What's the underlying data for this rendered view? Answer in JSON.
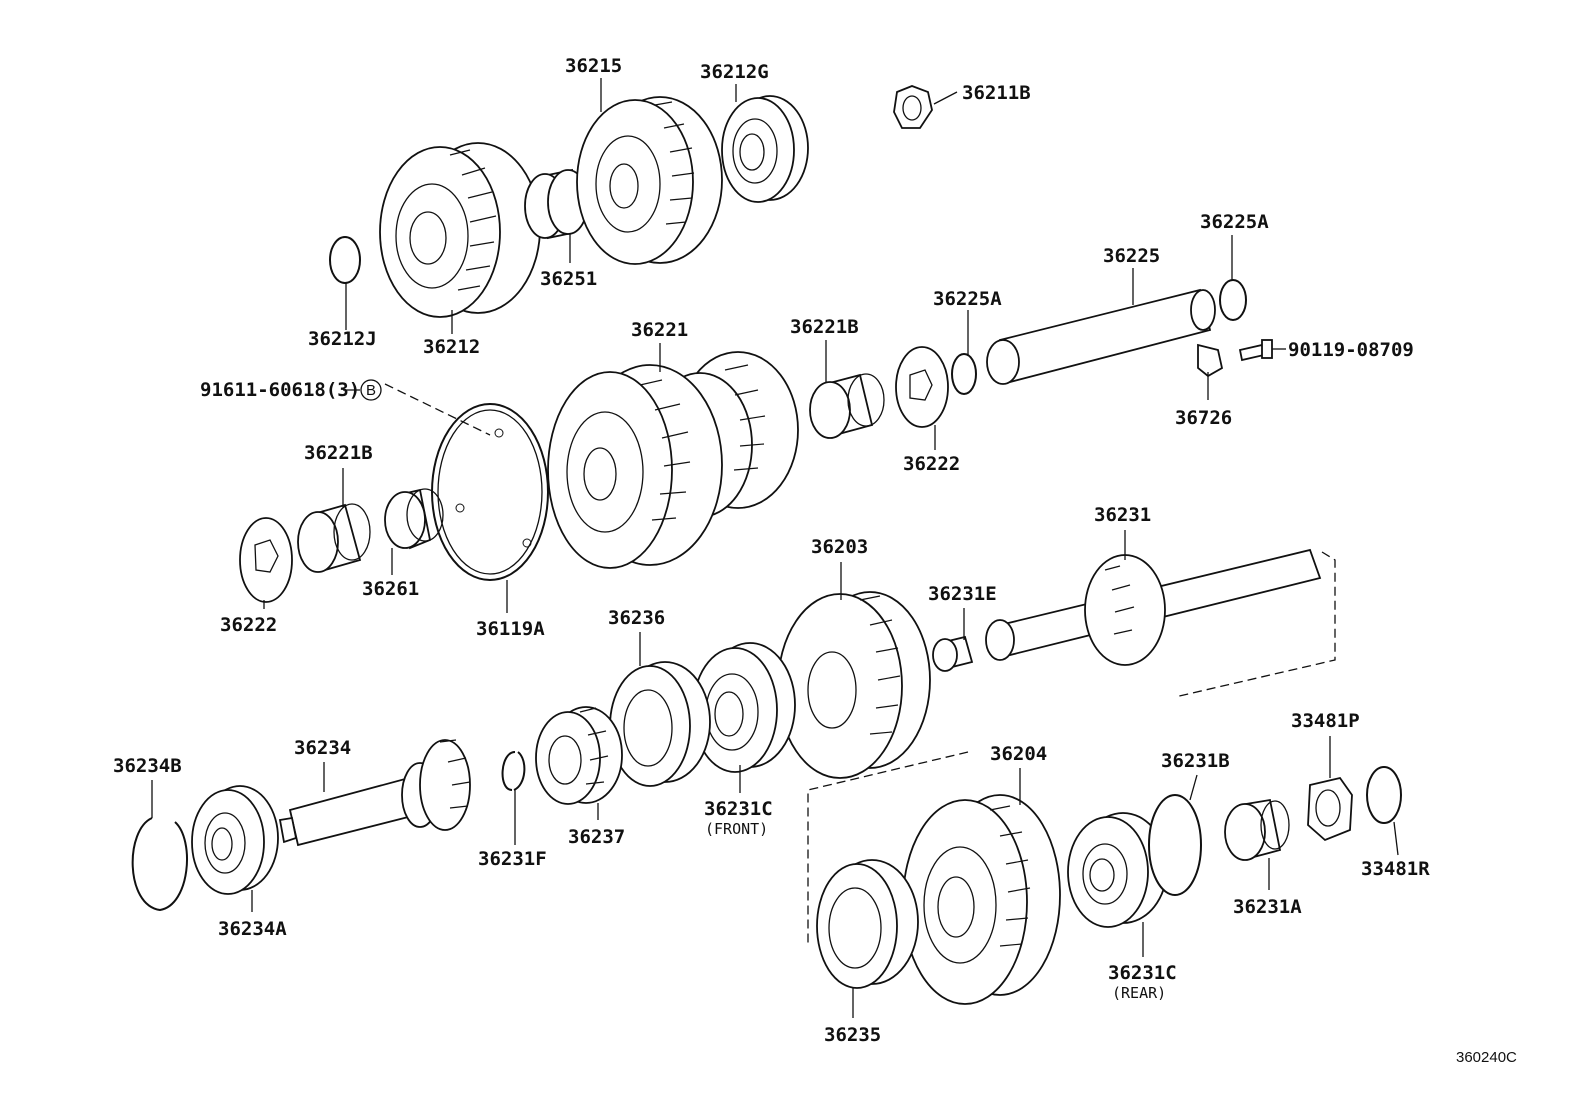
{
  "diagram_ref": "360240C",
  "parts": {
    "p36215": "36215",
    "p36212G": "36212G",
    "p36211B": "36211B",
    "p36251": "36251",
    "p36212J": "36212J",
    "p36212": "36212",
    "p36225A_top": "36225A",
    "p36225": "36225",
    "p36225A_mid": "36225A",
    "p90119": "90119-08709",
    "p36726": "36726",
    "p36221": "36221",
    "p36221B_top": "36221B",
    "p36222_top": "36222",
    "p91611": "91611-60618(3)",
    "p91611_marker": "B",
    "p36221B_left": "36221B",
    "p36261": "36261",
    "p36222_left": "36222",
    "p36119A": "36119A",
    "p36231": "36231",
    "p36203": "36203",
    "p36231E": "36231E",
    "p36236": "36236",
    "p36234": "36234",
    "p36234B": "36234B",
    "p36234A": "36234A",
    "p36231F": "36231F",
    "p36237": "36237",
    "p36231C_front": "36231C",
    "front_note": "(FRONT)",
    "p36204": "36204",
    "p36231B": "36231B",
    "p33481P": "33481P",
    "p33481R": "33481R",
    "p36231A": "36231A",
    "p36231C_rear": "36231C",
    "rear_note": "(REAR)",
    "p36235": "36235"
  }
}
